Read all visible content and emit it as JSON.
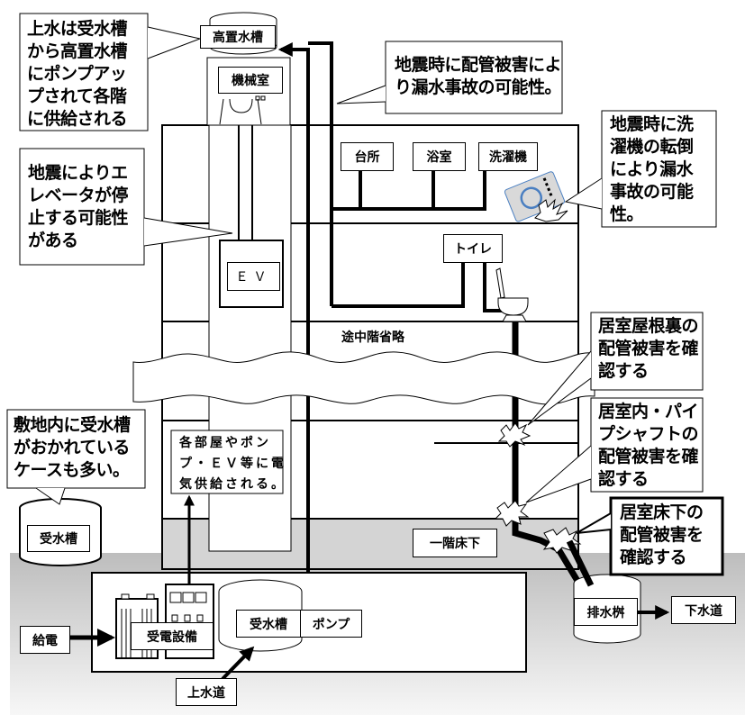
{
  "title": "マンション給排水・電気設備の地震被害チェック図",
  "labels": {
    "elevated_tank": "高置水槽",
    "machine_room": "機械室",
    "kitchen": "台所",
    "bathroom": "浴室",
    "washing_machine": "洗濯機",
    "toilet": "トイレ",
    "elevator": "ＥＶ",
    "omitted_floors": "途中階省略",
    "first_floor_under": "一階床下",
    "receiving_tank_outside": "受水槽",
    "receiving_tank": "受水槽",
    "pump": "ポンプ",
    "power_receiving": "受電設備",
    "power_feed": "給電",
    "water_main": "上水道",
    "drain_basin": "排水桝",
    "sewer": "下水道"
  },
  "callouts": {
    "water_supply": "上水は受水槽\nから高置水槽\nにポンプアッ\nプされて各階\nに供給される",
    "pipe_leak": "地震時に配管被害によ\nり漏水事故の可能性。",
    "washer_fall": "地震時に洗\n濯機の転倒\nにより漏水\n事故の可能\n性。",
    "elevator_stop": "地震によりエ\nレベータが停\n止する可能性\nがある",
    "attic_pipe": "居室屋根裏の\n配管被害を確\n認する",
    "shaft_pipe": "居室内・パイ\nプシャフトの\n配管被害を確\n認する",
    "underfloor_pipe": "居室床下の\n配管被害を\n確認する",
    "site_tank": "敷地内に受水槽\nがおかれている\nケースも多い。",
    "power_supply": "各部屋やポン\nプ・ＥＶ等に電\n気供給される。"
  },
  "colors": {
    "ground_gray": "#c8c8c8",
    "basement_gray": "#d4d4d4",
    "washer_fill": "#d9d9d9",
    "washer_ring": "#4a7fc1",
    "line": "#000000"
  }
}
